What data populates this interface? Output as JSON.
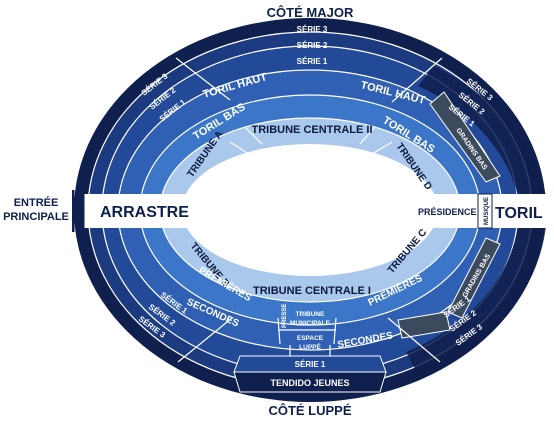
{
  "header": {
    "cote_major": "CÔTÉ MAJOR"
  },
  "footer": {
    "cote_luppe": "CÔTÉ LUPPÉ"
  },
  "entrance": {
    "line1": "ENTRÉE",
    "line2": "PRINCIPALE"
  },
  "arrastre": "ARRASTRE",
  "toril": "TORIL",
  "presidence": "PRÉSIDENCE",
  "musique": "MUSIQUE",
  "top": {
    "serie3": "SÉRIE 3",
    "serie2": "SÉRIE 2",
    "serie1": "SÉRIE 1"
  },
  "left_top": {
    "serie3": "SÉRIE 3",
    "serie2": "SÉRIE 2",
    "serie1": "SÉRIE 1"
  },
  "right_top": {
    "serie3": "SÉRIE 3",
    "serie2": "SÉRIE 2",
    "serie1": "SÉRIE 1",
    "gradins_bas": "GRADINS BAS"
  },
  "toril_haut_left": "TORIL HAUT",
  "toril_haut_right": "TORIL HAUT",
  "toril_bas_left": "TORIL BAS",
  "toril_bas_right": "TORIL BAS",
  "tribune_centrale_2": "TRIBUNE CENTRALE II",
  "tribune_a": "TRIBUNE A",
  "tribune_d": "TRIBUNE D",
  "tribune_b": "TRIBUNE B",
  "tribune_c": "TRIBUNE C",
  "tribune_centrale_1": "TRIBUNE CENTRALE I",
  "premieres_left": "PREMIÈRES",
  "premieres_right": "PREMIÈRES",
  "secondes_left": "SECONDES",
  "secondes_right": "SECONDES",
  "presse": "PRESSE",
  "tribune_municipale": {
    "line1": "TRIBUNE",
    "line2": "MUNICIPALE"
  },
  "espace_luppe": {
    "line1": "ESPACE",
    "line2": "LUPPÉ"
  },
  "left_bottom": {
    "serie1": "SÉRIE 1",
    "serie2": "SÉRIE 2",
    "serie3": "SÉRIE 3"
  },
  "right_bottom": {
    "serie1": "SÉRIE 1",
    "serie2": "SÉRIE 2",
    "serie3": "SÉRIE 3",
    "gradins_bas": "GRADINS BAS"
  },
  "bottom": {
    "serie1": "SÉRIE 1",
    "tendido_jeunes": "TENDIDO JEUNES"
  },
  "colors": {
    "navy_outer": "#0f1f4e",
    "ring_blue_1": "#1b3a80",
    "ring_blue_2": "#234a98",
    "ring_blue_3": "#2f60b4",
    "ring_blue_4": "#3c76c8",
    "ring_light": "#a9c8ec",
    "gray_gradins": "#3c4a5e"
  }
}
